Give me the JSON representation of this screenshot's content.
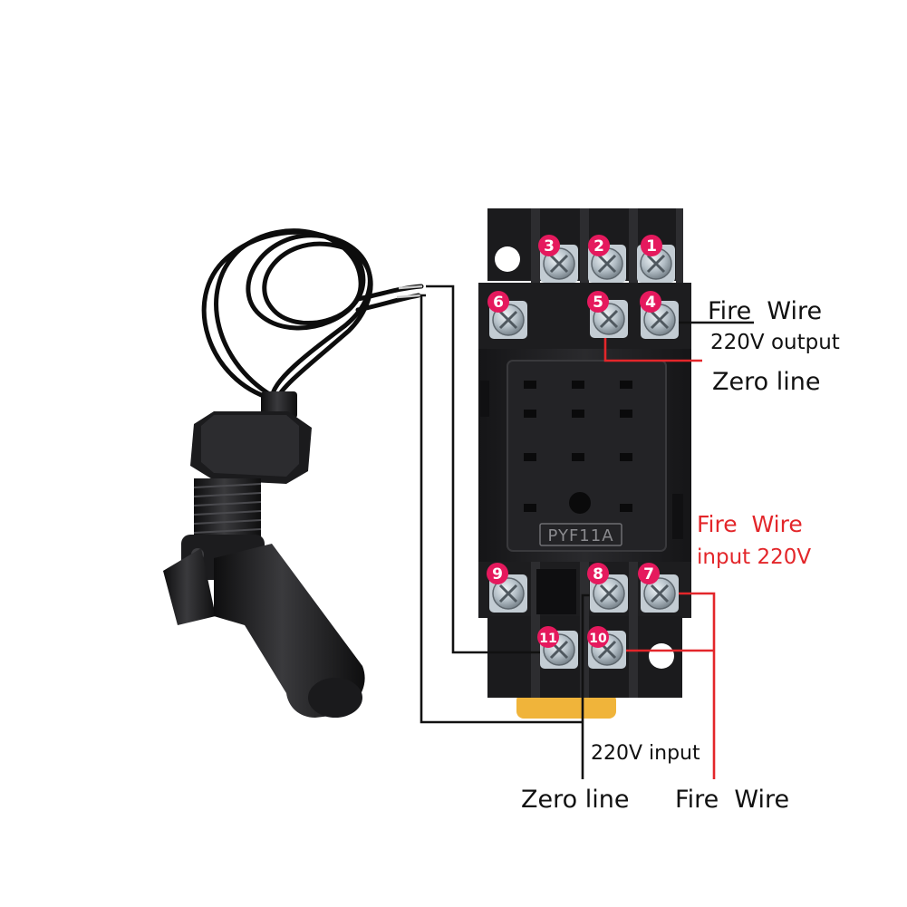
{
  "socket": {
    "model_text": "PYF11A",
    "terminals": [
      {
        "key": "t1",
        "number": "1"
      },
      {
        "key": "t2",
        "number": "2"
      },
      {
        "key": "t3",
        "number": "3"
      },
      {
        "key": "t4",
        "number": "4"
      },
      {
        "key": "t5",
        "number": "5"
      },
      {
        "key": "t6",
        "number": "6"
      },
      {
        "key": "t7",
        "number": "7"
      },
      {
        "key": "t8",
        "number": "8"
      },
      {
        "key": "t9",
        "number": "9"
      },
      {
        "key": "t10",
        "number": "10"
      },
      {
        "key": "t11",
        "number": "11"
      }
    ]
  },
  "labels": {
    "fire_wire_top": "Fire  Wire",
    "output_220v": "220V output",
    "zero_line_top": "Zero line",
    "fire_wire_input": "Fire  Wire",
    "input_220v_right": "input 220V",
    "input_220v_bottom": "220V input",
    "zero_line_bottom": "Zero line",
    "fire_wire_bottom": "Fire  Wire"
  },
  "colors": {
    "socket_body": "#1e1e20",
    "screw": "#aab4bc",
    "terminal_badge": "#e5195d",
    "fire_wire": "#e3262a",
    "zero_wire": "#111111",
    "input_label": "#e3262a"
  }
}
